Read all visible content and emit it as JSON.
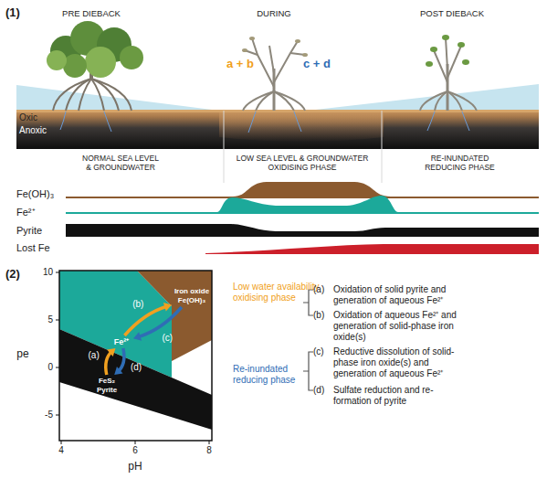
{
  "diagram": {
    "nodes": [
      {
        "text": [
          "Iron oxide Fe(OH)₃"
        ]
      },
      {
        "text": [
          "Fe²⁺"
        ]
      },
      {
        "text": [
          "FeS₂ Pyrite"
        ]
      }
    ],
    "edges": [
      {
        "from": 2,
        "to": 1,
        "arrow": "to",
        "label": "(a)"
      },
      {
        "from": 1,
        "to": 0,
        "arrow": "to",
        "label": "(b)"
      },
      {
        "from": 0,
        "to": 1,
        "arrow": "to",
        "label": "(c)"
      },
      {
        "from": 1,
        "to": 2,
        "arrow": "to",
        "label": "(d)"
      }
    ],
    "labels": [
      "(1)",
      "PRE DIEBACK",
      "DURING",
      "POST DIEBACK",
      "a + b",
      "c + d",
      "Oxic",
      "Anoxic",
      "NORMAL SEA LEVEL & GROUNDWATER",
      "LOW SEA LEVEL & GROUNDWATER OXIDISING PHASE",
      "RE-INUNDATED REDUCING PHASE",
      "Fe(OH)₃",
      "Fe²⁺",
      "Pyrite",
      "Lost Fe",
      "(2)",
      "10",
      "5",
      "0",
      "-5",
      "pe",
      "4",
      "6",
      "8",
      "pH",
      "Low water availability oxidising phase",
      "(a)",
      "Oxidation of solid pyrite and generation of aqueous Fe²⁺",
      "(b)",
      "Oxidation of aqueous Fe²⁺ and generation of solid-phase iron oxide(s)",
      "Re-inundated reducing phase",
      "(c)",
      "Reductive dissolution of solid-phase iron oxide(s) and generation of aqueous Fe²⁺",
      "(d)",
      "Sulfate reduction and re-formation of pyrite"
    ]
  }
}
